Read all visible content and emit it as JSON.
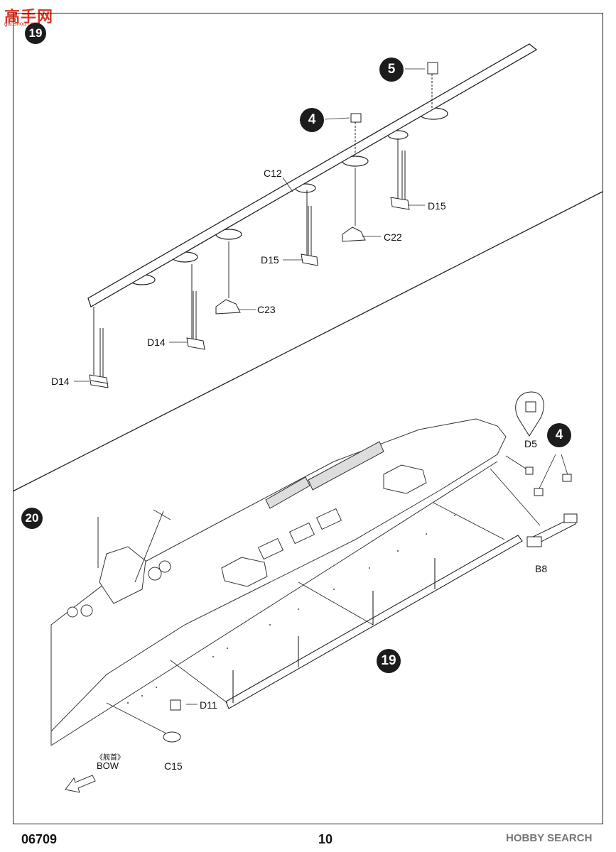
{
  "watermark": {
    "logo_text": "高手网",
    "logo_sub": "gaoshou.com",
    "source": "HOBBY SEARCH"
  },
  "steps": {
    "step19": "19",
    "step20": "20"
  },
  "callouts": {
    "c4_top": "4",
    "c5_top": "5",
    "c4_bottom": "4",
    "c19_bottom": "19"
  },
  "step19_parts": {
    "C12": "C12",
    "D15_right": "D15",
    "C22": "C22",
    "D15_mid": "D15",
    "C23": "C23",
    "D14_mid": "D14",
    "D14_left": "D14"
  },
  "step20_parts": {
    "D5": "D5",
    "B8": "B8",
    "D11": "D11",
    "C15": "C15"
  },
  "bow": {
    "label_cn": "《舰首》",
    "label": "BOW"
  },
  "footer": {
    "code": "06709",
    "page": "10"
  }
}
